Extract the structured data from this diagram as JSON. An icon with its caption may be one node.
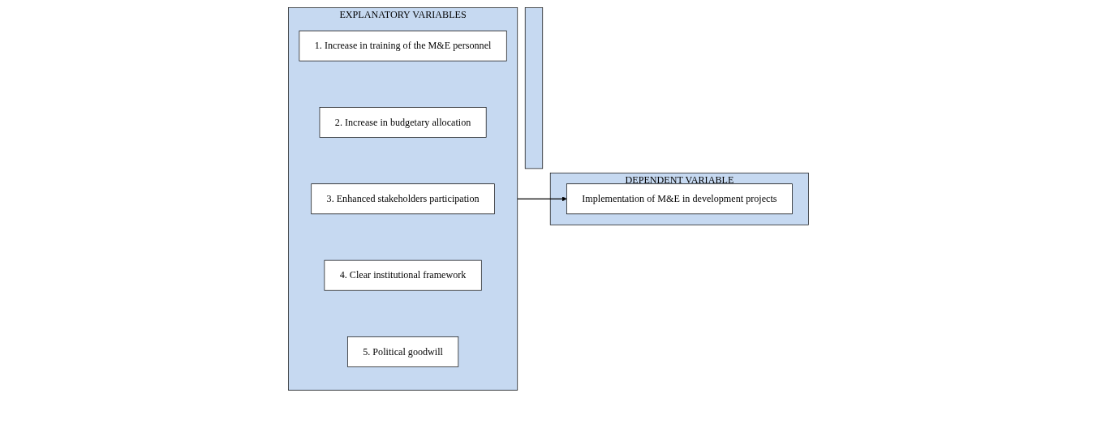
{
  "diagram": {
    "nodes": [
      {
        "text": [
          "EXPLANATORY VARIABLES"
        ]
      },
      {
        "text": [
          "1. Increase in training of the M&E personnel"
        ],
        "in": 0
      },
      {
        "text": [
          "2. Increase in budgetary allocation"
        ],
        "in": 0
      },
      {
        "text": [
          "3. Enhanced stakeholders participation"
        ],
        "in": 0
      },
      {
        "text": [
          "4. Clear institutional framework"
        ],
        "in": 0
      },
      {
        "text": [
          "5. Political goodwill"
        ],
        "in": 0
      },
      {
        "text": [],
        "shape": "bar"
      },
      {
        "text": [
          "DEPENDENT VARIABLE"
        ]
      },
      {
        "text": [
          "Implementation of M&E in development projects"
        ],
        "in": 7
      }
    ],
    "edges": [
      {
        "from": 0,
        "to": 8,
        "arrow": "to"
      }
    ]
  }
}
